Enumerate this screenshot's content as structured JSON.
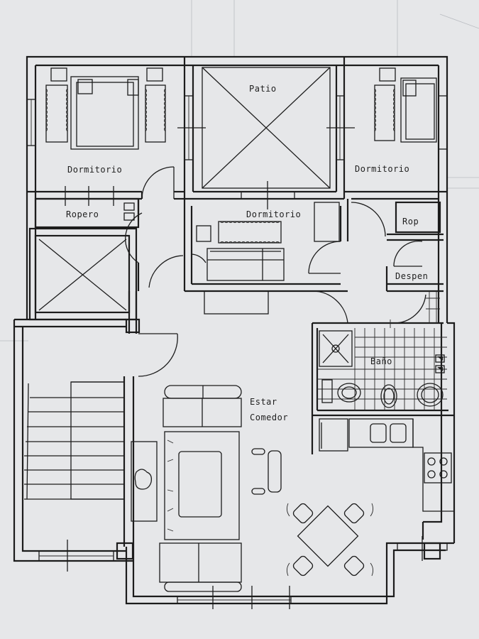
{
  "rooms": {
    "patio": "Patio",
    "dormitorio_left": "Dormitorio",
    "dormitorio_right": "Dormitorio",
    "dormitorio_center": "Dormitorio",
    "ropero": "Ropero",
    "rop": "Rop",
    "despen": "Despen",
    "bano": "Baño",
    "estar": "Estar",
    "comedor": "Comedor"
  },
  "colors": {
    "paper": "#e6e7e9",
    "ink": "#1c1c1c"
  }
}
